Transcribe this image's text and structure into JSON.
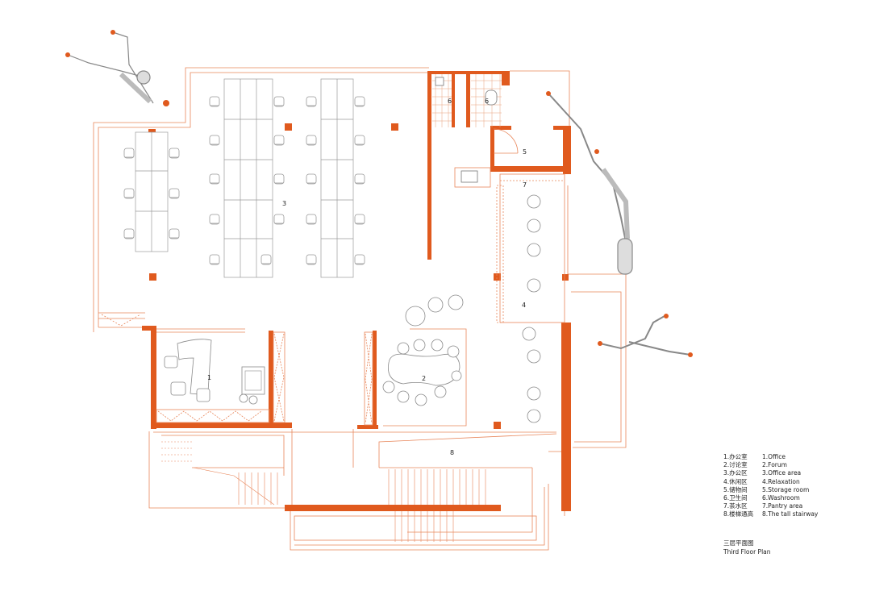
{
  "room_numbers": [
    "1",
    "2",
    "3",
    "4",
    "5",
    "6",
    "6",
    "7",
    "8"
  ],
  "legend": [
    {
      "zh": "1.办公室",
      "en": "1.Office"
    },
    {
      "zh": "2.讨论室",
      "en": "2.Forum"
    },
    {
      "zh": "3.办公区",
      "en": "3.Office area"
    },
    {
      "zh": "4.休闲区",
      "en": "4.Relaxation"
    },
    {
      "zh": "5.储物间",
      "en": "5.Storage room"
    },
    {
      "zh": "6.卫生间",
      "en": "6.Washroom"
    },
    {
      "zh": "7.茶水区",
      "en": "7.Pantry area"
    },
    {
      "zh": "8.楼梯通高",
      "en": "8.The tall stairway"
    }
  ],
  "caption": {
    "zh": "三层平面图",
    "en": "Third Floor Plan"
  },
  "colors": {
    "wall": "#e05a1e",
    "line": "#e8865a",
    "furniture": "#999999",
    "text": "#222222"
  }
}
